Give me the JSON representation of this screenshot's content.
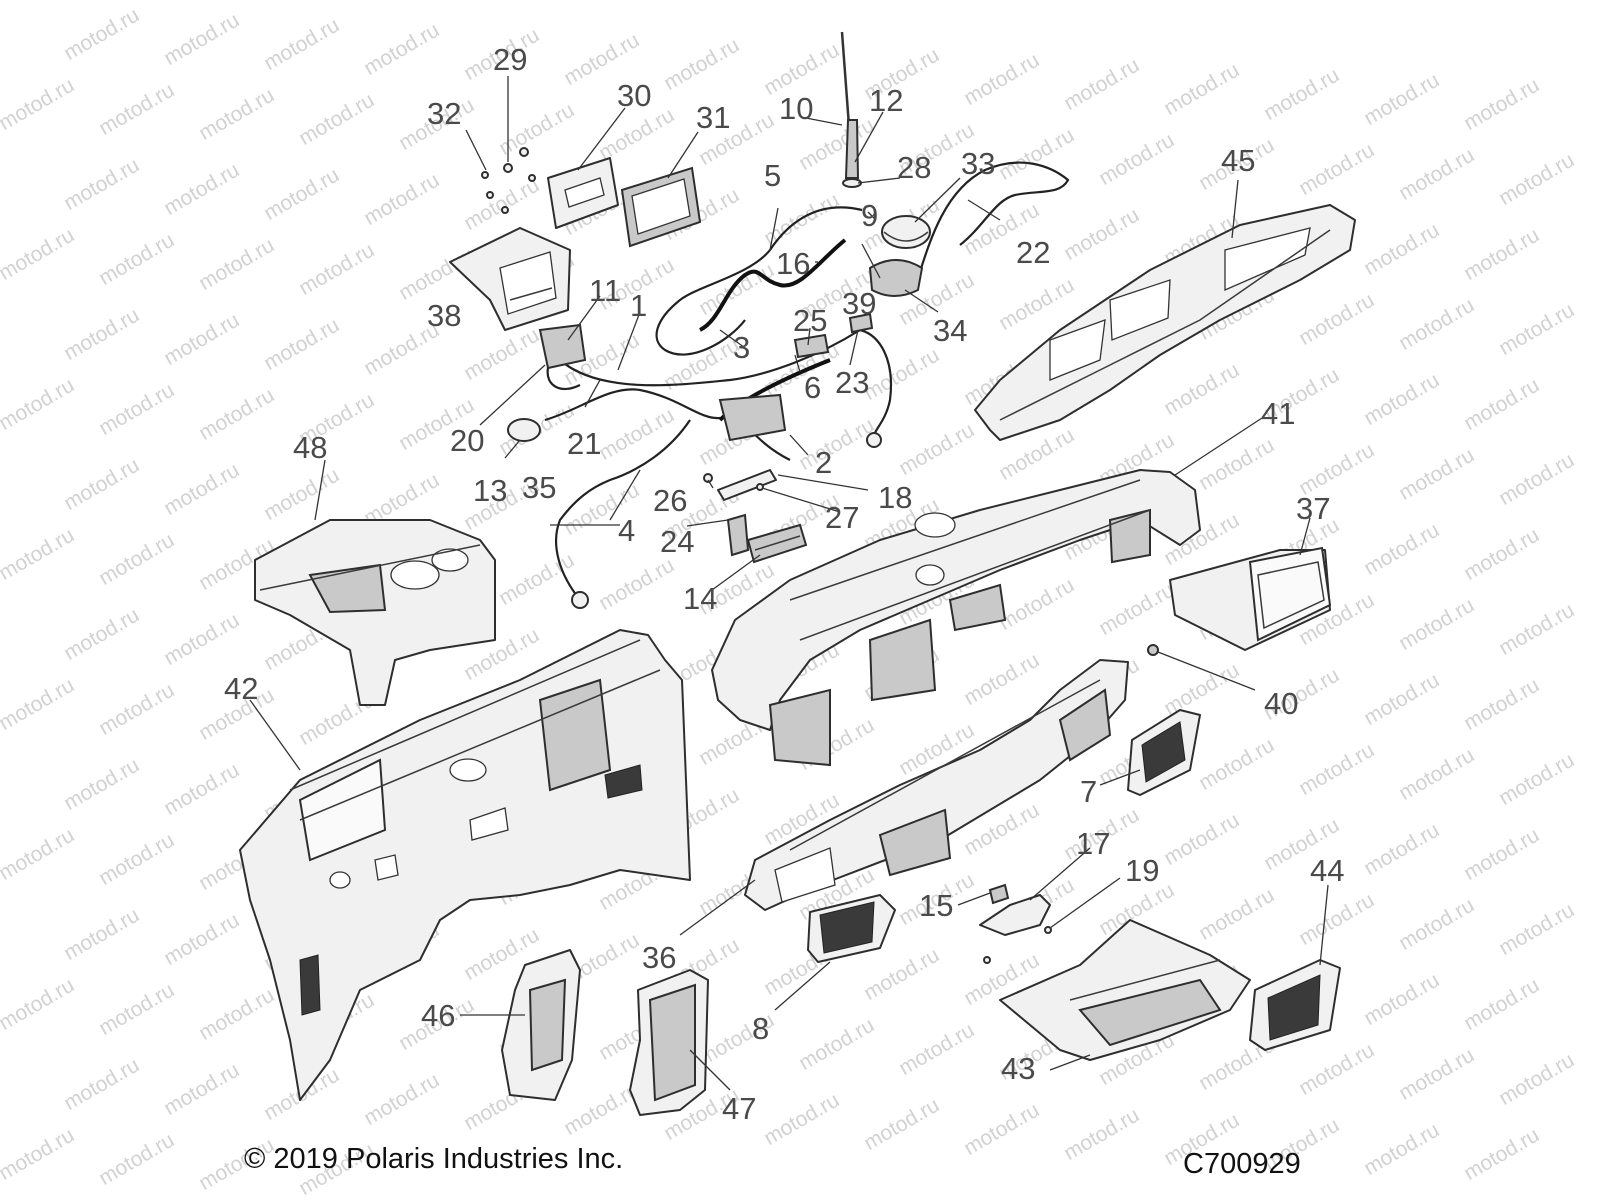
{
  "footer": {
    "copyright": "© 2019 Polaris Industries Inc.",
    "drawing_id": "C700929"
  },
  "watermark_text": "motod.ru",
  "callouts": [
    "1",
    "2",
    "3",
    "4",
    "5",
    "6",
    "7",
    "8",
    "9",
    "10",
    "11",
    "12",
    "13",
    "14",
    "15",
    "16",
    "17",
    "18",
    "19",
    "20",
    "21",
    "22",
    "23",
    "24",
    "25",
    "26",
    "27",
    "28",
    "29",
    "30",
    "31",
    "32",
    "33",
    "34",
    "35",
    "36",
    "37",
    "38",
    "39",
    "40",
    "41",
    "42",
    "43",
    "44",
    "45",
    "46",
    "47",
    "48"
  ]
}
